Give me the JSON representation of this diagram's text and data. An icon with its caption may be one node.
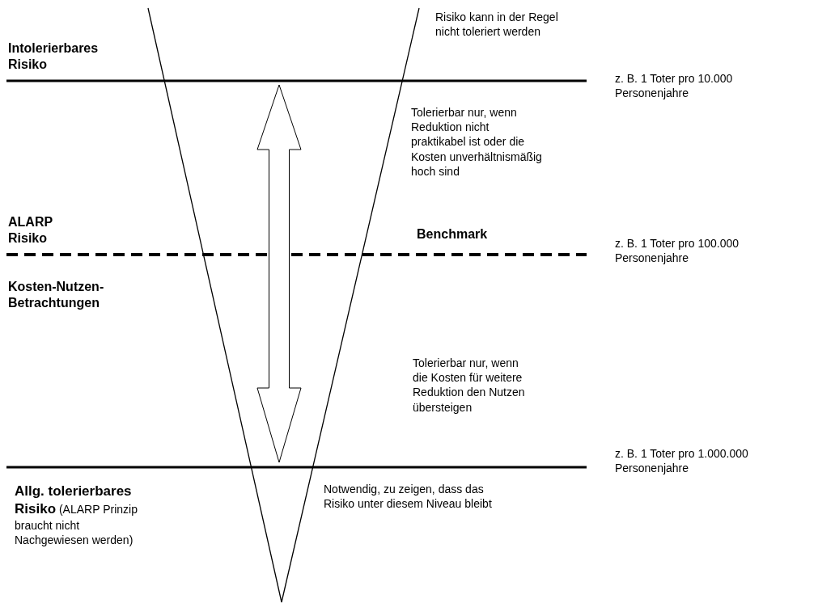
{
  "diagram": {
    "labels": [
      "Intolerierbares Risiko",
      "Risiko kann in der Regel nicht toleriert werden",
      "z. B. 1 Toter pro 10.000 Personenjahre",
      "Tolerierbar nur, wenn Reduktion nicht praktikabel ist oder die Kosten unverhältnismäßig hoch sind",
      "ALARP Risiko",
      "Benchmark",
      "z. B. 1 Toter pro 100.000 Personenjahre",
      "Kosten-Nutzen-Betrachtungen",
      "Tolerierbar nur, wenn die Kosten für weitere Reduktion den Nutzen übersteigen",
      "z. B. 1 Toter pro 1.000.000 Personenjahre",
      "**Allg. tolerierbares Risiko** (ALARP Prinzip braucht nicht Nachgewiesen werden)",
      "Notwendig, zu zeigen, dass das Risiko unter diesem Niveau bleibt"
    ]
  }
}
